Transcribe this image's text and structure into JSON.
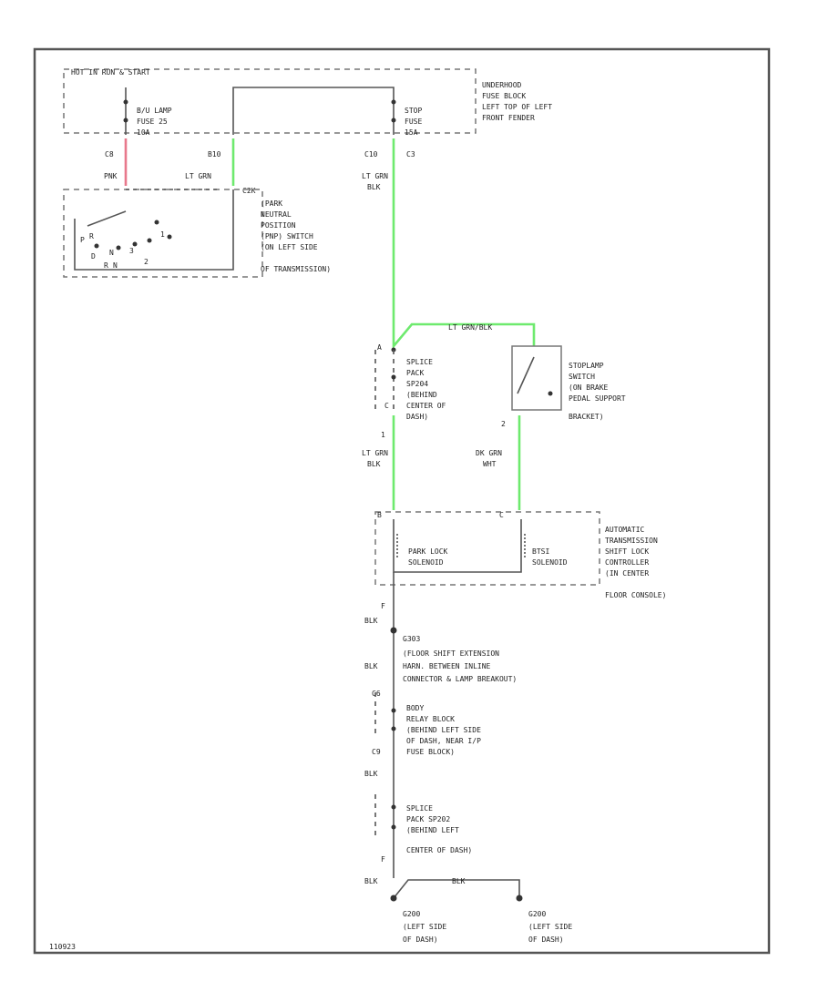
{
  "colors": {
    "lt_grn": "#6eea6e",
    "pnk": "#e8788c",
    "frame": "#555555"
  },
  "labels": {
    "fuse_block_top": "HOT IN RUN & START",
    "underhood": [
      "UNDERHOOD",
      "FUSE BLOCK",
      "LEFT TOP OF LEFT",
      "FRONT FENDER"
    ],
    "b_u_lamp_fuse": [
      "B/U LAMP",
      "FUSE 25",
      "10A"
    ],
    "stoplamp_fuse": [
      "STOP",
      "FUSE",
      "15A"
    ],
    "conn_c8": "C8",
    "conn_b10": "B10",
    "conn_c10": "C10",
    "conn_c3": "C3",
    "wire_pnk": "PNK",
    "wire_lt_grn_1": "LT GRN",
    "wire_lt_grn_blk_1": [
      "LT GRN",
      "BLK"
    ],
    "pn_switch": [
      "(PARK",
      "NEUTRAL",
      "POSITION",
      "(PNP) SWITCH",
      "(ON LEFT SIDE",
      "OF TRANSMISSION)"
    ],
    "c2k": "C2K",
    "pn_pins": [
      "P",
      "R",
      "N",
      "D",
      "3",
      "2",
      "1",
      "R",
      "N"
    ],
    "wire_lt_grn_blk_top": "LT GRN/BLK",
    "splice_sp204": [
      "SPLICE",
      "PACK",
      "SP204",
      "(BEHIND",
      "CENTER OF",
      "DASH)"
    ],
    "stoplamp_switch": [
      "STOPLAMP",
      "SWITCH",
      "(ON BRAKE",
      "PEDAL SUPPORT",
      "BRACKET)"
    ],
    "pin_a": "A",
    "pin_b": "B",
    "pin_c": "C",
    "pin_1": "1",
    "pin_2": "2",
    "wire_lt_grn_blk_2": [
      "LT GRN",
      "BLK"
    ],
    "wire_dk_grn_wht": [
      "DK GRN",
      "WHT"
    ],
    "park_lock": [
      "PARK LOCK",
      "SOLENOID"
    ],
    "btsi": [
      "BTSI",
      "SOLENOID"
    ],
    "shift_lock": [
      "AUTOMATIC",
      "TRANSMISSION",
      "SHIFT LOCK",
      "CONTROLLER",
      "(IN CENTER",
      "FLOOR CONSOLE)"
    ],
    "pin_f": "F",
    "wire_blk_1": "BLK",
    "g_floor": [
      "G303",
      "(FLOOR SHIFT EXTENSION",
      "HARN. BETWEEN INLINE",
      "CONNECTOR & LAMP BREAKOUT)"
    ],
    "wire_blk_2": "BLK",
    "conn_c6": "C6",
    "body_relay": [
      "BODY",
      "RELAY BLOCK",
      "(BEHIND LEFT SIDE",
      "OF DASH, NEAR I/P",
      "FUSE BLOCK)"
    ],
    "conn_c9": "C9",
    "wire_blk_3": "BLK",
    "splice_sp202": [
      "SPLICE",
      "PACK SP202",
      "(BEHIND LEFT",
      "CENTER OF DASH)"
    ],
    "pin_f2": "F",
    "wire_blk_4": "BLK",
    "wire_blk_bottom": "BLK",
    "ground_g200_1": [
      "G200",
      "(LEFT SIDE",
      "OF DASH)"
    ],
    "ground_g200_2": [
      "G200",
      "(LEFT SIDE",
      "OF DASH)"
    ],
    "figure_id": "110923"
  }
}
